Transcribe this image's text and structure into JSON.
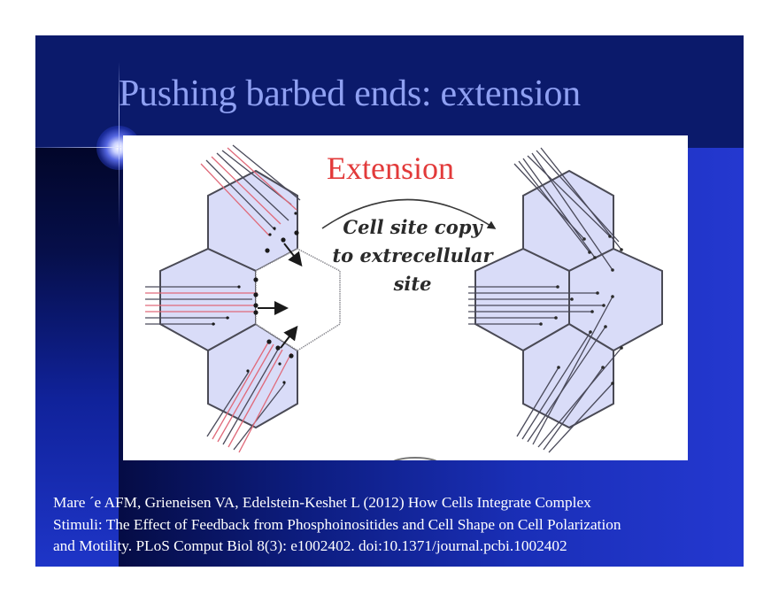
{
  "slide": {
    "title": "Pushing barbed ends: extension",
    "figure": {
      "heading": "Extension",
      "caption_lines": [
        "Cell site copy",
        "to extrecellular",
        "site"
      ],
      "colors": {
        "heading": "#e23a3a",
        "cell_fill": "#d9dcf8",
        "cell_stroke": "#4a4a55",
        "filament_dark": "#4a4a5a",
        "filament_red": "#e06a7a"
      }
    },
    "citation_lines": [
      "Mare ´e AFM, Grieneisen VA, Edelstein-Keshet L (2012) How Cells Integrate Complex",
      "Stimuli: The Effect of Feedback from Phosphoinositides and Cell Shape on Cell Polarization",
      "and Motility. PLoS Comput Biol 8(3): e1002402. doi:10.1371/journal.pcbi.1002402"
    ],
    "colors": {
      "title_band": "#0b1a6b",
      "title_text": "#8fa0f2",
      "accent_blue": "#2236cc"
    }
  }
}
